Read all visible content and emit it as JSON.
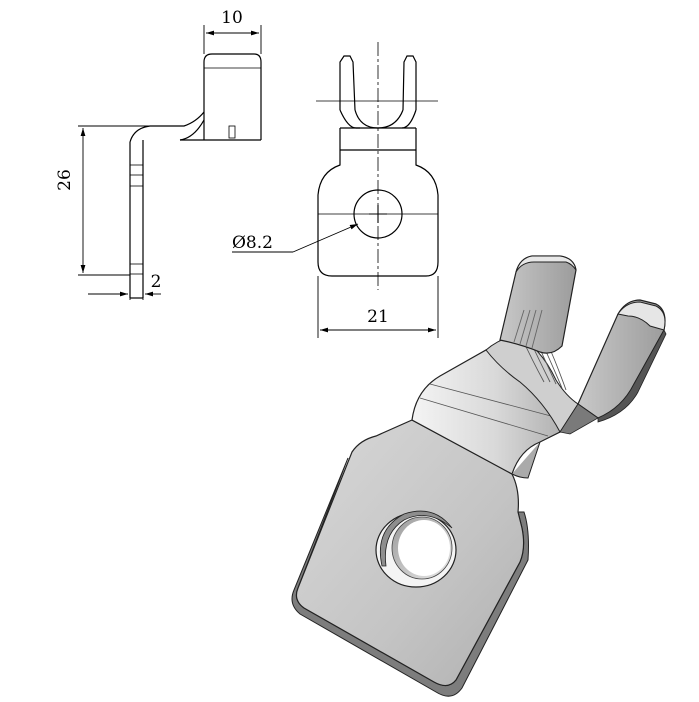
{
  "drawing": {
    "dimensions": {
      "width_top": "10",
      "height_side": "26",
      "thickness": "2",
      "hole_diameter": "Ø8.2",
      "width_front": "21"
    },
    "colors": {
      "line": "#000000",
      "metal_light": "#e6e6e6",
      "metal_mid": "#bdbdbd",
      "metal_dark": "#8c8c8c"
    }
  }
}
